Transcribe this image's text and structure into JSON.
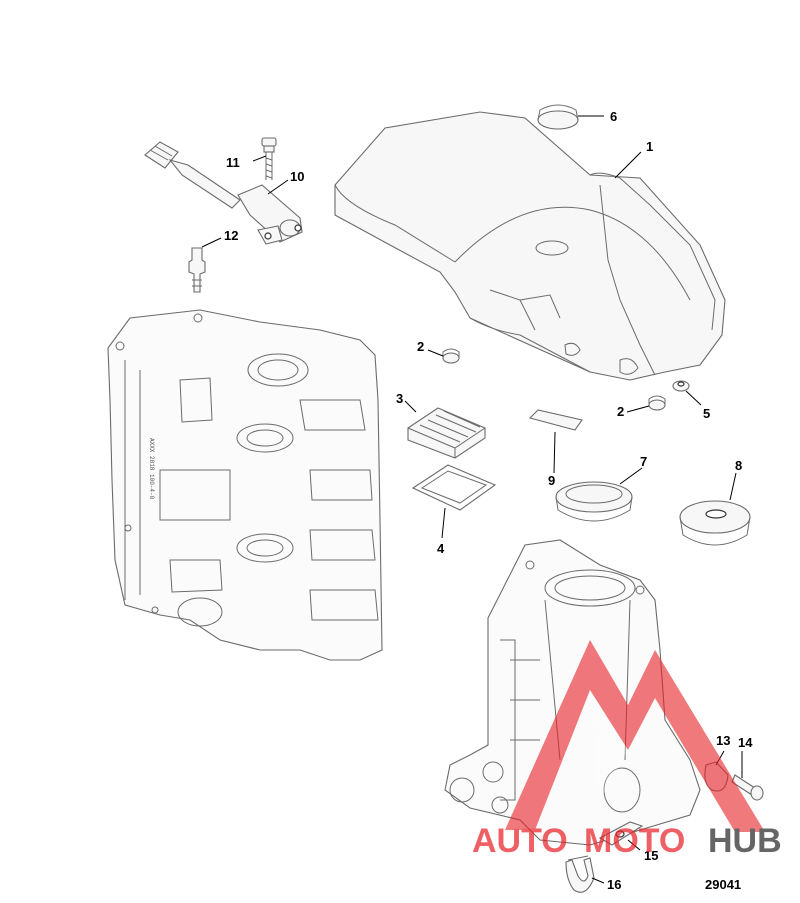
{
  "callouts": {
    "c1": "1",
    "c2a": "2",
    "c2b": "2",
    "c3": "3",
    "c4": "4",
    "c5": "5",
    "c6": "6",
    "c7": "7",
    "c8": "8",
    "c9": "9",
    "c10": "10",
    "c11": "11",
    "c12": "12",
    "c13": "13",
    "c14": "14",
    "c15": "15",
    "c16": "16"
  },
  "figure_number": "29041",
  "watermark": {
    "text_auto": "AUTO",
    "text_moto": "MOTO",
    "text_hub": "HUB",
    "color_red": "#e8242a",
    "color_dark": "#2b2b2b"
  },
  "block_cast_text": "AXXX 2818 100-4-0"
}
